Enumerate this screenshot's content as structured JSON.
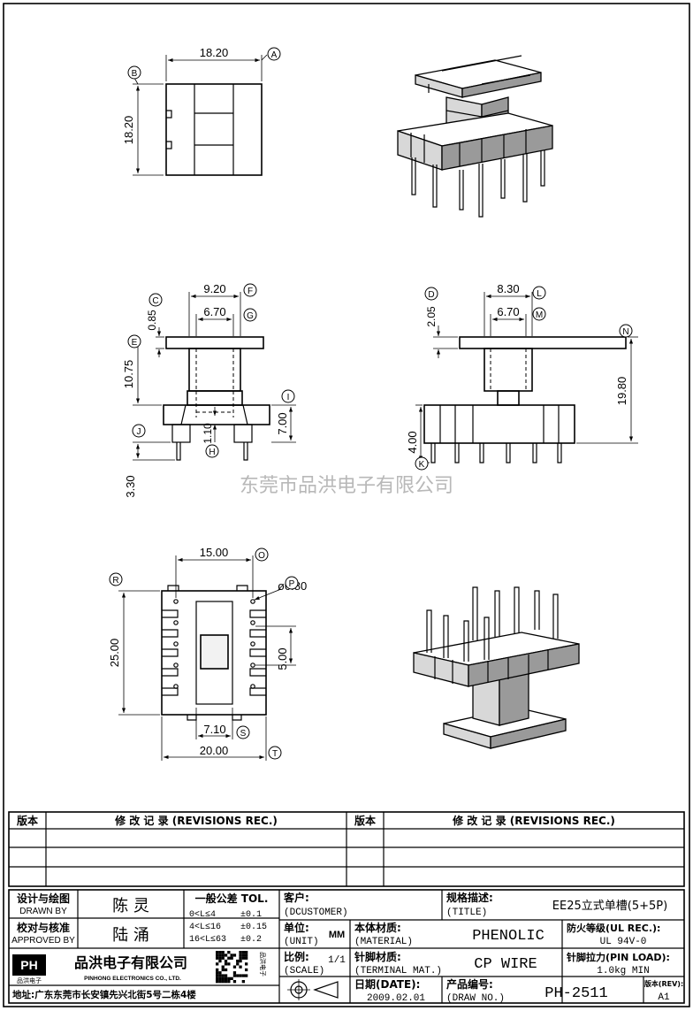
{
  "watermark": "东莞市品洪电子有限公司",
  "dims": {
    "top_w": "18.20",
    "top_h": "18.20",
    "front_w": "9.20",
    "front_inner": "6.70",
    "front_flange": "0.85",
    "front_h": "10.75",
    "front_base": "7.00",
    "front_pin": "3.30",
    "front_gap": "1.10",
    "side_w": "8.30",
    "side_inner": "6.70",
    "side_flange": "2.05",
    "side_h": "19.80",
    "side_pin": "4.00",
    "bottom_w": "15.00",
    "bottom_h": "25.00",
    "bottom_pitch": "5.00",
    "bottom_hole": "ø0.80",
    "bottom_inner": "7.10",
    "bottom_total": "20.00"
  },
  "bubbles": [
    "A",
    "B",
    "C",
    "D",
    "E",
    "F",
    "G",
    "H",
    "I",
    "J",
    "K",
    "L",
    "M",
    "N",
    "O",
    "P",
    "R",
    "S",
    "T"
  ],
  "revisions": {
    "ver_label": "版本",
    "rec_label": "修 改 记 录 (REVISIONS REC.)"
  },
  "title_block": {
    "designer_cn": "设计与绘图",
    "designer_en": "DRAWN BY",
    "designer": "陈 灵",
    "checker_cn": "校对与核准",
    "checker_en": "APPROVED BY",
    "checker": "陆 涌",
    "tol_title": "一般公差 TOL.",
    "tol_rows": [
      {
        "range": "0<L≤4",
        "val": "±0.1"
      },
      {
        "range": "4<L≤16",
        "val": "±0.15"
      },
      {
        "range": "16<L≤63",
        "val": "±0.2"
      }
    ],
    "customer_cn": "客户:",
    "customer_en": "(DCUSTOMER)",
    "spec_cn": "规格描述:",
    "spec_en": "(TITLE)",
    "spec": "EE25立式单槽(5+5P)",
    "unit_cn": "单位:",
    "unit_en": "(UNIT)",
    "unit": "MM",
    "material_cn": "本体材质:",
    "material_en": "(MATERIAL)",
    "material": "PHENOLIC",
    "fire_cn": "防火等级(UL REC.):",
    "fire": "UL 94V-0",
    "scale_cn": "比例:",
    "scale_en": "(SCALE)",
    "scale": "1/1",
    "terminal_cn": "针脚材质:",
    "terminal_en": "(TERMINAL MAT.)",
    "terminal": "CP WIRE",
    "pinload_cn": "针脚拉力(PIN LOAD):",
    "pinload": "1.0kg MIN",
    "date_cn": "日期(DATE):",
    "date": "2009.02.01",
    "drawno_cn": "产品编号:",
    "drawno_en": "(DRAW NO.)",
    "drawno": "PH-2511",
    "rev_cn": "版本(REV):",
    "rev": "A1",
    "company_cn": "品洪电子有限公司",
    "company_en": "PINHONG ELECTRONICS CO., LTD.",
    "logo": "PH",
    "logo_sub": "品洪电子",
    "qr_side": "品洪电子",
    "address": "地址:广东东莞市长安镇先兴北街5号二栋4楼"
  },
  "colors": {
    "ink": "#000000",
    "watermark": "#b8b8b8",
    "shade": "#d8d8d8"
  }
}
